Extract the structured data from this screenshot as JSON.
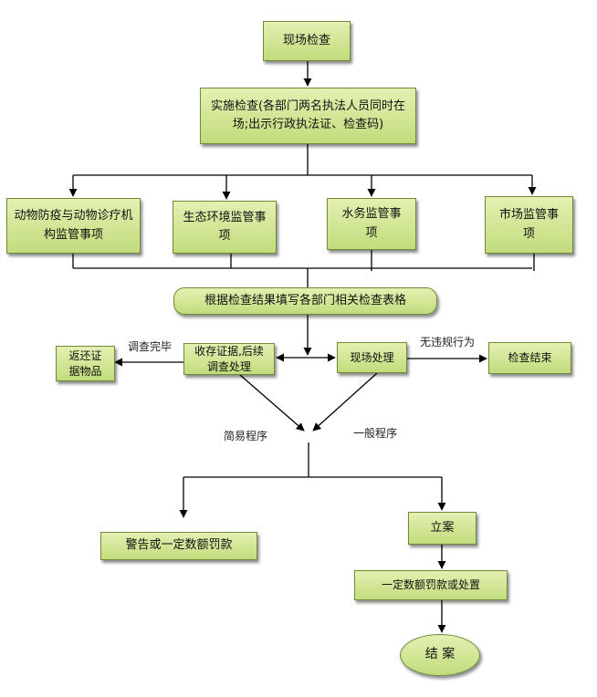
{
  "nodes": {
    "onsite_check": "现场检查",
    "implement_check": "实施检查(各部门两名执法人员同时在场;出示行政执法证、检查码)",
    "animal_epidemic": "动物防疫与动物诊疗机构监管事项",
    "ecology": "生态环境监管事项",
    "water": "水务监管事项",
    "market": "市场监管事项",
    "fill_forms": "根据检查结果填写各部门相关检查表格",
    "preserve_evidence": "收存证据,后续调查处理",
    "return_items": "返还证据物品",
    "onsite_handling": "现场处理",
    "check_end": "检查结束",
    "warning_fine": "警告或一定数额罚款",
    "file_case": "立案",
    "fine_or_disposal": "一定数额罚款或处置",
    "close_case": "结 案"
  },
  "labels": {
    "investigation_done": "调查完毕",
    "no_violation": "无违规行为",
    "simple_procedure": "简易程序",
    "general_procedure": "一般程序"
  }
}
